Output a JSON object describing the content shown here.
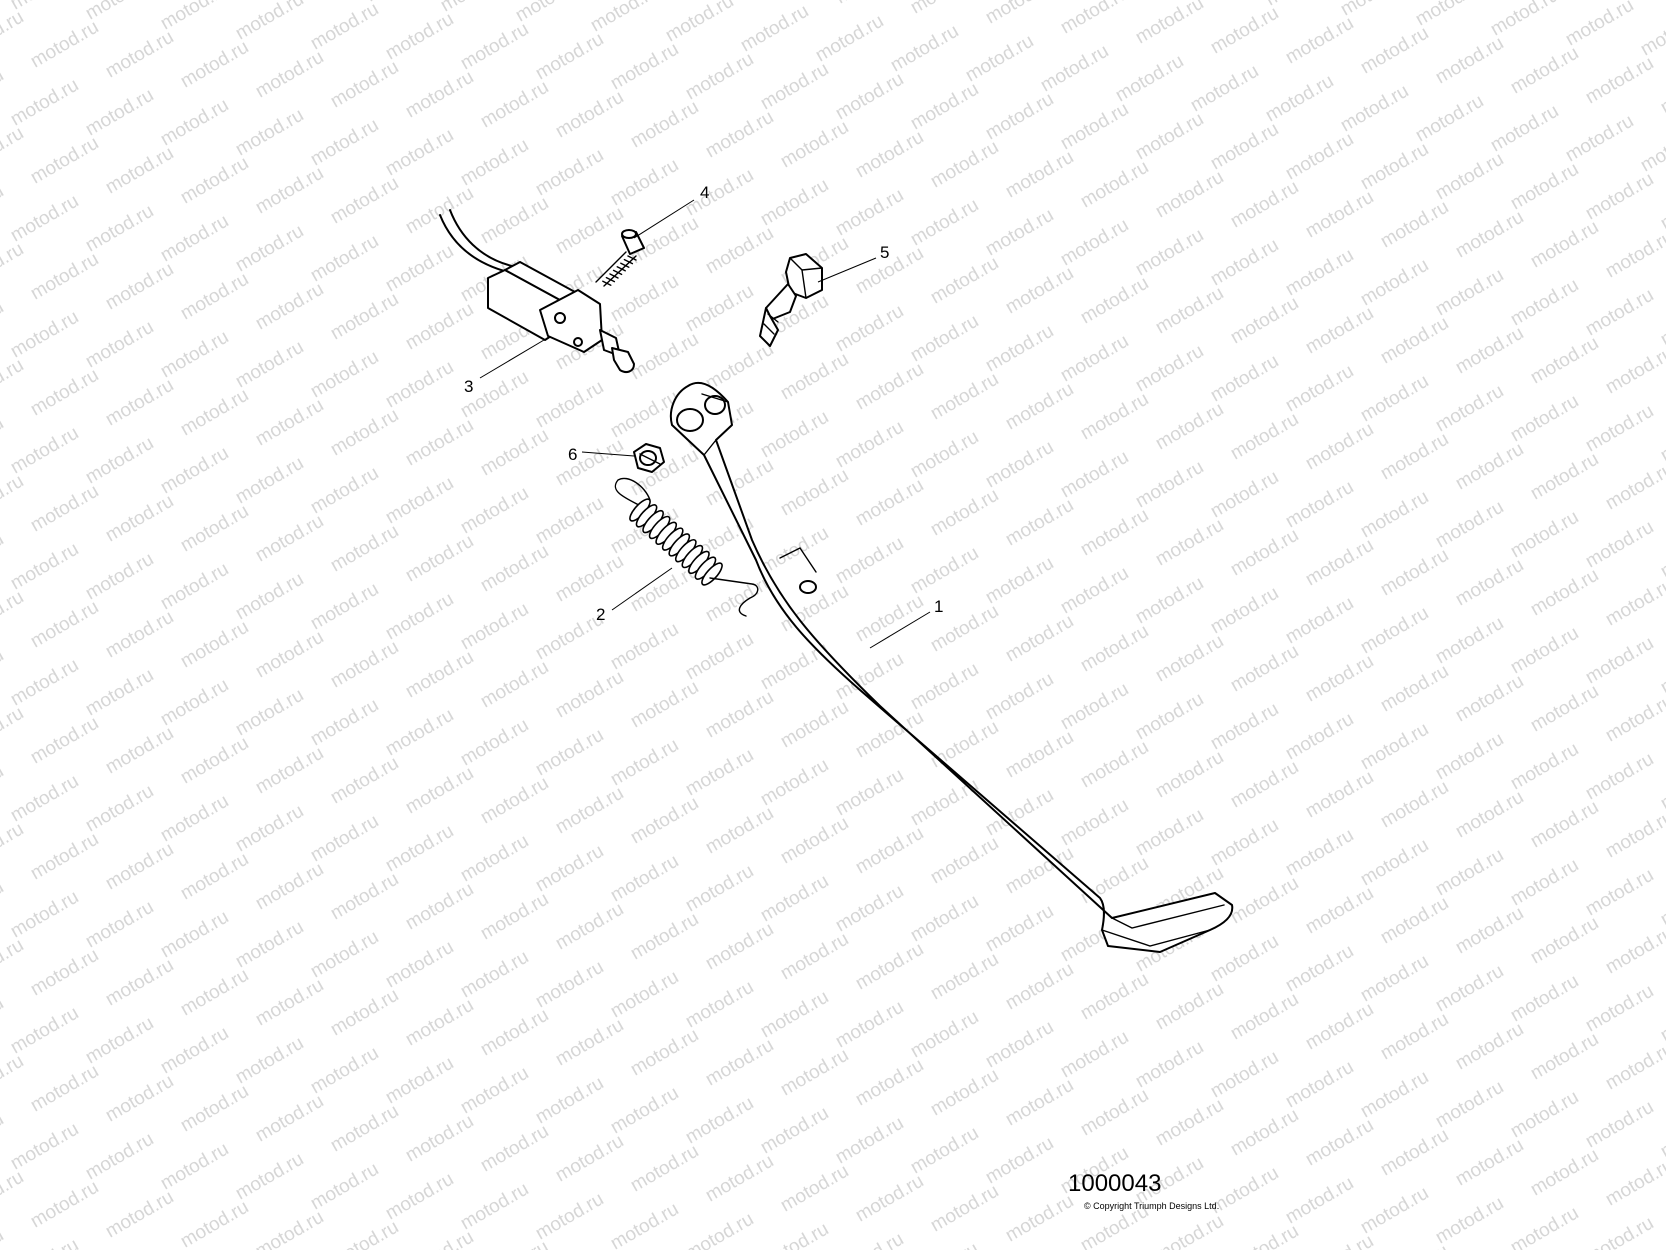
{
  "watermark": {
    "text": "motod.ru",
    "color": "#d6d6d6"
  },
  "callouts": [
    {
      "id": "1",
      "label": "1"
    },
    {
      "id": "2",
      "label": "2"
    },
    {
      "id": "3",
      "label": "3"
    },
    {
      "id": "4",
      "label": "4"
    },
    {
      "id": "5",
      "label": "5"
    },
    {
      "id": "6",
      "label": "6"
    }
  ],
  "footer": {
    "ref_number": "1000043",
    "copyright": "© Copyright Triumph Designs Ltd."
  },
  "colors": {
    "line": "#000000",
    "background": "#ffffff"
  }
}
